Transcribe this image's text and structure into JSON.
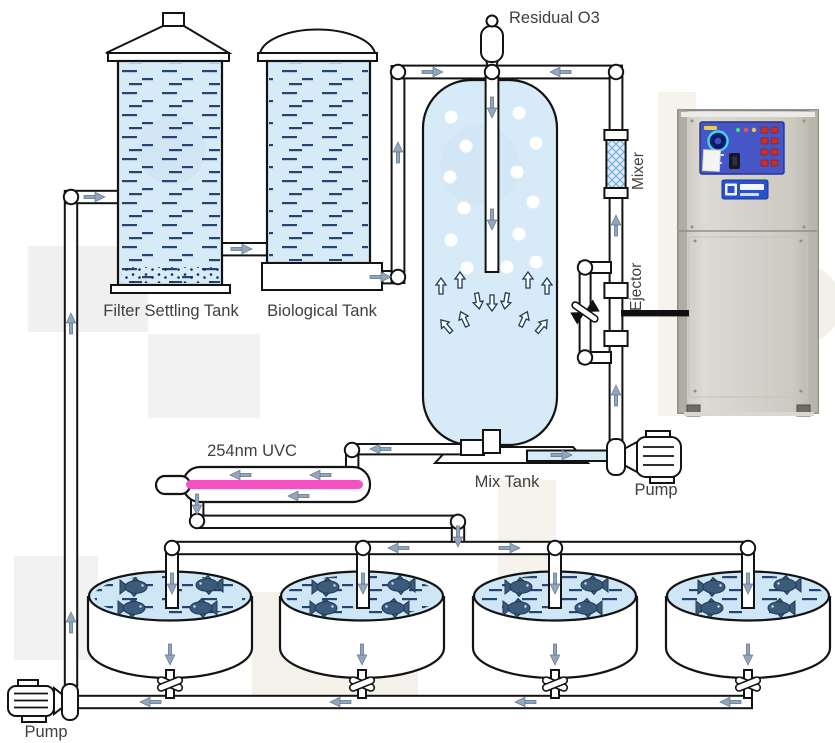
{
  "diagram": {
    "labels": {
      "residual_o3": "Residual O3",
      "filter_settling_tank": "Filter Settling Tank",
      "biological_tank": "Biological Tank",
      "mixer": "Mixer",
      "ejector": "Ejector",
      "uvc": "254nm UVC",
      "mix_tank": "Mix Tank",
      "pump_recirculation": "Pump",
      "pump_return": "Pump"
    },
    "counts": {
      "fish_tanks": 4,
      "fish_per_tank": 4
    },
    "colors": {
      "tank_water": "#d7eaf8",
      "surface_water": "#cfe6f7",
      "uvc_lamp": "#f452c1",
      "flow_arrow": "#93a6bb",
      "fish": "#3c5a7a",
      "ozone_line": "#101010",
      "panel_blue": "#4656c6",
      "logo_blue": "#2a50cc"
    }
  }
}
